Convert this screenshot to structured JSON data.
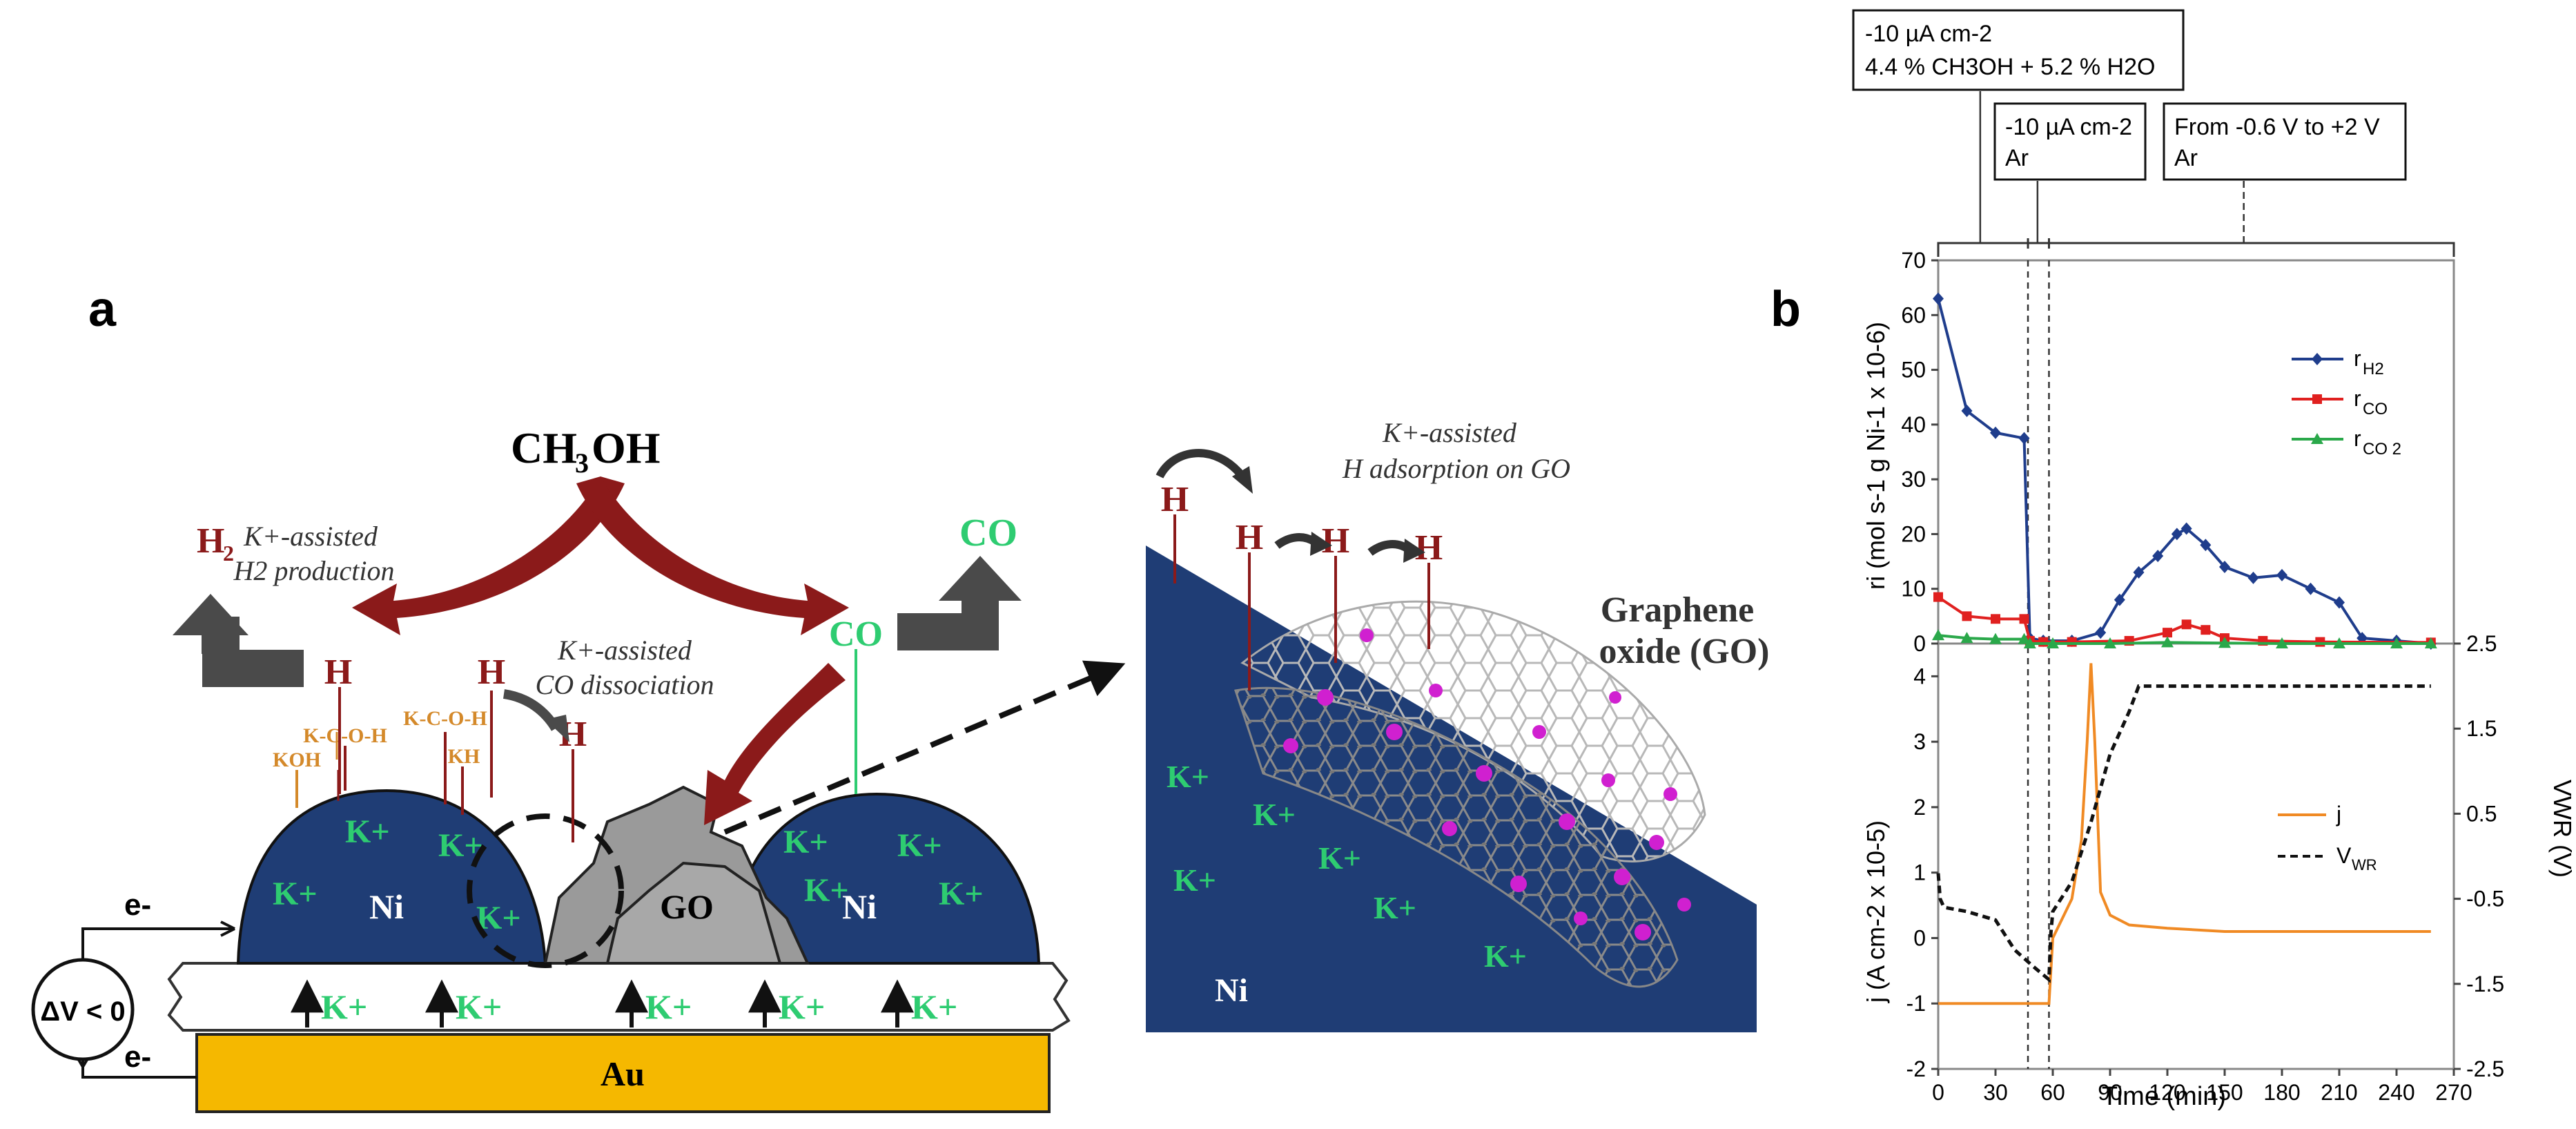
{
  "panel_a": {
    "label": "a",
    "methanol": "CH",
    "methanol_sub": "3",
    "methanol_tail": "OH",
    "h2": "H",
    "h2_sub": "2",
    "co": "CO",
    "h_atom": "H",
    "co_mid": "CO",
    "h2_prod_line1": "K+-assisted",
    "h2_prod_line2": "H2 production",
    "co_diss_line1": "K+-assisted",
    "co_diss_line2": "CO dissociation",
    "kcoh": "K-C-O-H",
    "kh": "KH",
    "koh": "KOH",
    "ni": "Ni",
    "go": "GO",
    "k_plus": "K+",
    "electron": "e-",
    "delta_v": "ΔV < 0",
    "au": "Au"
  },
  "inset": {
    "adsorption_line1": "K+-assisted",
    "adsorption_line2": "H adsorption on GO",
    "graphene_line1": "Graphene",
    "graphene_line2": "oxide (GO)",
    "ni": "Ni",
    "k_plus": "K+",
    "h_atom": "H"
  },
  "panel_b": {
    "label": "b",
    "box1_line1": "-10 µA cm-2",
    "box1_line2": "4.4 % CH3OH + 5.2 % H2O",
    "box2_line1": "-10 µA cm-2",
    "box2_line2": "Ar",
    "box3_line1": "From -0.6 V to +2 V",
    "box3_line2": "Ar",
    "xlabel": "Time (min)",
    "ylabel_top": "ri (mol s-1 g Ni-1 x 10-6)",
    "ylabel_bottom": "j (A cm-2 x 10-5)",
    "ylabel_right": "VWR (V)"
  },
  "colors": {
    "ni_blue": "#1f3d75",
    "dark_red": "#8b1a1a",
    "green": "#2ecc71",
    "orange_text": "#d4892a",
    "au_gold": "#f5b800",
    "arrow_gray": "#4a4a4a",
    "rh2": "#1f3d8c",
    "rco": "#e0201f",
    "rco2": "#2aa84a",
    "j": "#f08a24"
  },
  "chart_data": [
    {
      "type": "line",
      "x_range": [
        0,
        270
      ],
      "y_range": [
        0,
        70
      ],
      "x_ticks": [
        0,
        30,
        60,
        90,
        120,
        150,
        180,
        210,
        240,
        270
      ],
      "y_ticks": [
        0,
        10,
        20,
        30,
        40,
        50,
        60,
        70
      ],
      "ylabel": "ri (mol s-1 g Ni-1 x 10-6)",
      "legend_position": "upper-right",
      "series": [
        {
          "name": "rH2",
          "legend_sub": "H2",
          "color": "#1f3d8c",
          "marker": "diamond",
          "x": [
            0,
            15,
            30,
            45,
            48,
            55,
            70,
            85,
            95,
            105,
            115,
            125,
            130,
            140,
            150,
            165,
            180,
            195,
            210,
            222,
            240,
            258
          ],
          "y": [
            63,
            42.5,
            38.5,
            37.5,
            1,
            0.5,
            0.5,
            2,
            8,
            13,
            16,
            20,
            21,
            18,
            14,
            12,
            12.5,
            10,
            7.5,
            1,
            0.5,
            0
          ]
        },
        {
          "name": "rCO",
          "legend_sub": "CO",
          "color": "#e0201f",
          "marker": "square",
          "x": [
            0,
            15,
            30,
            45,
            48,
            55,
            70,
            100,
            120,
            130,
            140,
            150,
            170,
            200,
            258
          ],
          "y": [
            8.5,
            5,
            4.5,
            4.5,
            0.5,
            0.3,
            0.3,
            0.5,
            2,
            3.5,
            2.5,
            1,
            0.5,
            0.3,
            0.2
          ]
        },
        {
          "name": "rCO2",
          "legend_sub": "CO 2",
          "color": "#2aa84a",
          "marker": "triangle",
          "x": [
            0,
            15,
            30,
            45,
            48,
            60,
            90,
            120,
            150,
            180,
            210,
            240,
            258
          ],
          "y": [
            1.5,
            1,
            0.8,
            0.8,
            0,
            0,
            0,
            0.2,
            0.1,
            0,
            0,
            0,
            0
          ]
        }
      ]
    },
    {
      "type": "line",
      "x_range": [
        0,
        270
      ],
      "y_range": [
        -2,
        4.5
      ],
      "y2_range": [
        -2.5,
        2.5
      ],
      "y_ticks": [
        -2,
        -1,
        0,
        1,
        2,
        3,
        4
      ],
      "y2_ticks": [
        -2.5,
        -1.5,
        -0.5,
        0.5,
        1.5,
        2.5
      ],
      "xlabel": "Time (min)",
      "ylabel": "j (A cm-2 x 10-5)",
      "y2label": "VWR (V)",
      "legend_position": "center-right",
      "series": [
        {
          "name": "j",
          "color": "#f08a24",
          "style": "solid",
          "axis": "left",
          "x": [
            0,
            58,
            60,
            70,
            75,
            78,
            80,
            82,
            85,
            90,
            100,
            120,
            150,
            200,
            250,
            258
          ],
          "y": [
            -1,
            -1,
            0,
            0.6,
            1.5,
            3,
            4.2,
            3,
            0.7,
            0.35,
            0.2,
            0.15,
            0.1,
            0.1,
            0.1,
            0.1
          ]
        },
        {
          "name": "VWR",
          "legend_sub": "WR",
          "color": "#111111",
          "style": "dashed",
          "axis": "right",
          "x": [
            0,
            1,
            3,
            15,
            30,
            40,
            50,
            58,
            59,
            60,
            70,
            80,
            90,
            100,
            105,
            150,
            200,
            258
          ],
          "y": [
            -0.2,
            -0.5,
            -0.6,
            -0.65,
            -0.75,
            -1.1,
            -1.3,
            -1.45,
            -0.9,
            -0.65,
            -0.3,
            0.4,
            1.2,
            1.7,
            2.0,
            2.0,
            2.0,
            2.0
          ]
        }
      ]
    }
  ]
}
